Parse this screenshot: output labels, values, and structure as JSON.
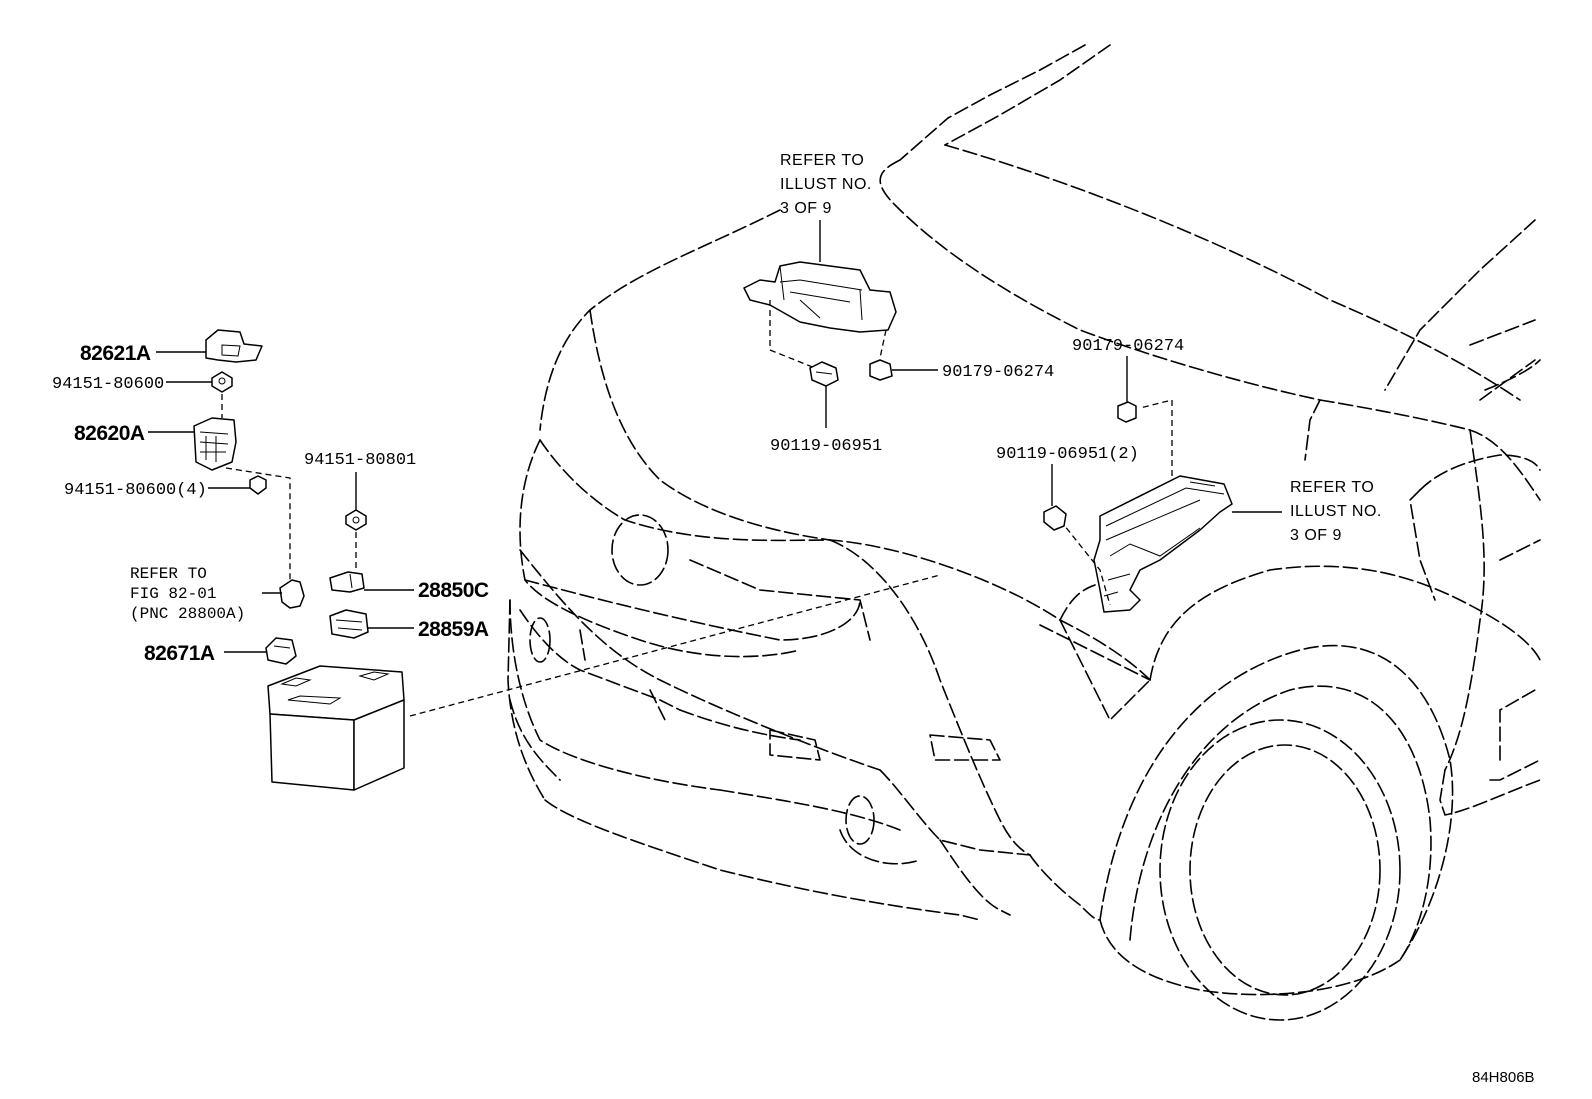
{
  "labels": {
    "p82621A": "82621A",
    "p94151_80600": "94151-80600",
    "p82620A": "82620A",
    "p94151_80600_4": "94151-80600(4)",
    "p94151_80801": "94151-80801",
    "p28850C": "28850C",
    "p28859A": "28859A",
    "p82671A": "82671A",
    "p90119_06951": "90119-06951",
    "p90179_06274_a": "90179-06274",
    "p90179_06274_b": "90179-06274",
    "p90119_06951_2": "90119-06951(2)"
  },
  "notes": {
    "refer_top": [
      "REFER TO",
      "ILLUST NO.",
      "3 OF 9"
    ],
    "refer_right": [
      "REFER TO",
      "ILLUST NO.",
      "3 OF 9"
    ],
    "refer_fig": [
      "REFER TO",
      "FIG 82-01",
      "(PNC 28800A)"
    ]
  },
  "diagram_code": "84H806B"
}
